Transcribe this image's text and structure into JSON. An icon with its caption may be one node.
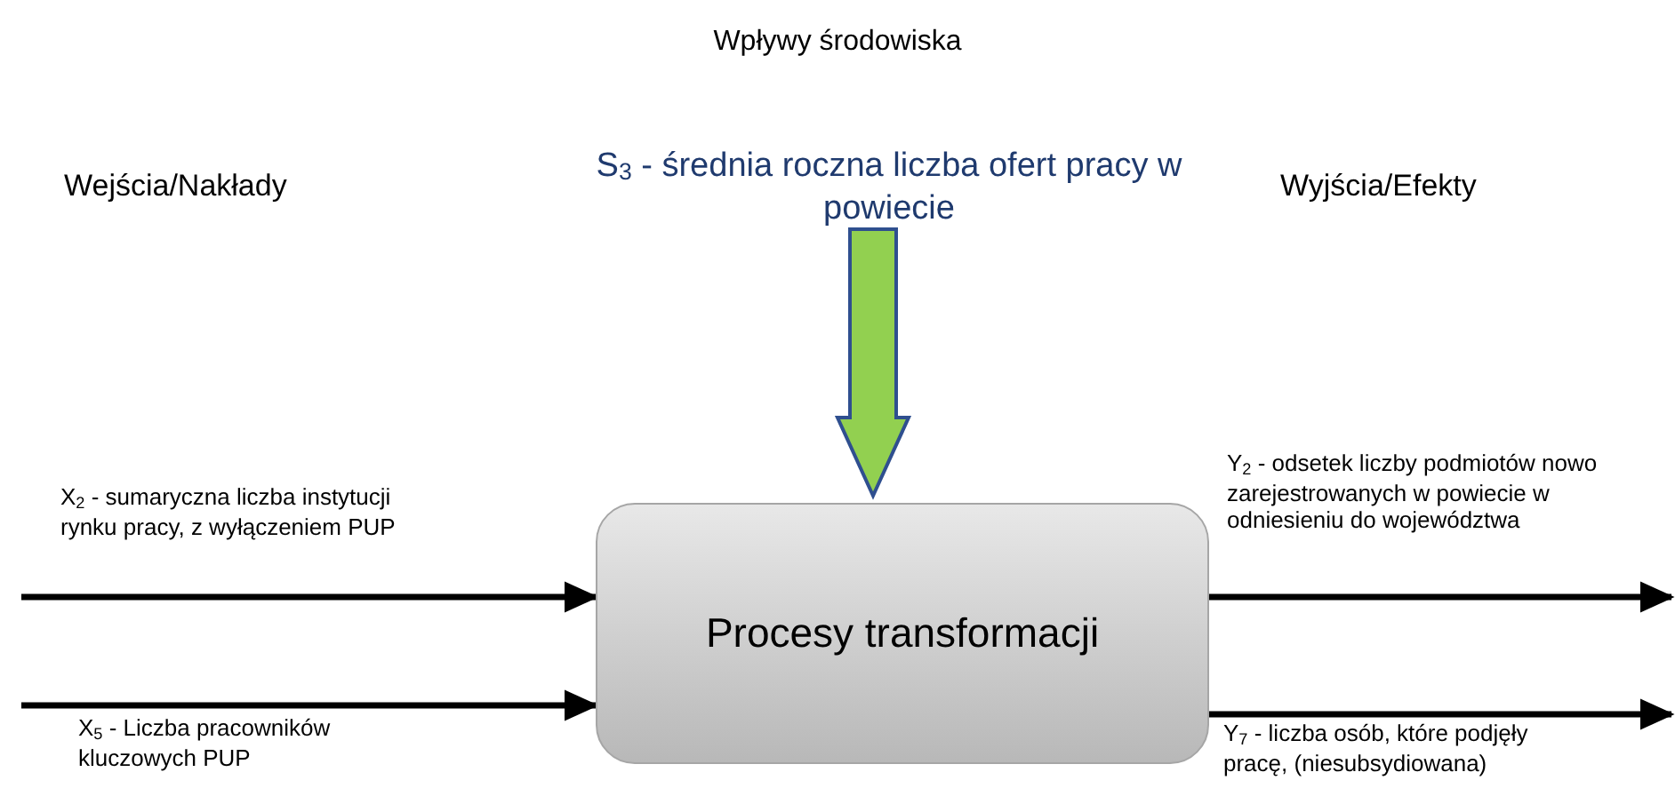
{
  "diagram": {
    "title": "Wpływy środowiska",
    "nodes": [
      {
        "text": [
          "Procesy transformacji"
        ]
      },
      {
        "text": [
          "S$_{3}$ - średnia roczna liczba ofert pracy w powiecie"
        ]
      }
    ],
    "edges": [
      {
        "from": null,
        "to": 0,
        "arrow": "to",
        "label": "X$_{2}$ - sumaryczna liczba instytucji rynku pracy, z wyłączeniem PUP"
      },
      {
        "from": null,
        "to": 0,
        "arrow": "to",
        "label": "X$_{5}$ - Liczba pracowników kluczowych  PUP"
      },
      {
        "from": 0,
        "to": null,
        "arrow": "to",
        "label": "Y$_{2}$ - odsetek liczby podmiotów nowo zarejestrowanych w powiecie w odniesieniu do województwa"
      },
      {
        "from": 0,
        "to": null,
        "arrow": "to",
        "label": "Y$_{7}$ - liczba osób, które podjęły pracę, (niesubsydiowana)"
      },
      {
        "from": 1,
        "to": 0,
        "arrow": "to",
        "style": "thick",
        "color": "#92d050"
      }
    ],
    "labels": [
      "Wejścia/Nakłady",
      "Wyjścia/Efekty"
    ]
  }
}
